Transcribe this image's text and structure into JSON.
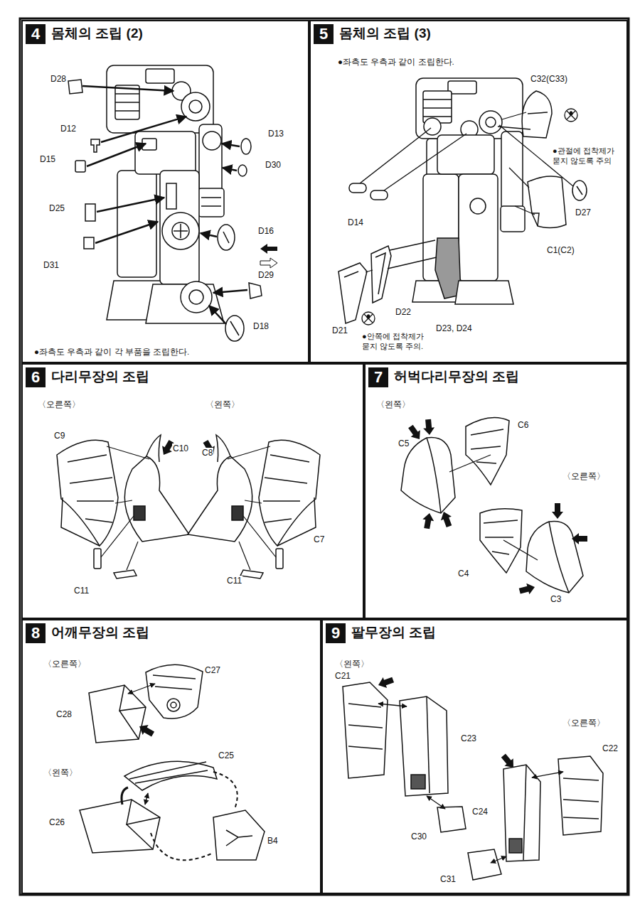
{
  "diagram": {
    "nodes": [
      {
        "text": [
          "몸체의 조립 (2)",
          "●좌측도 우측과 같이 각 부품을 조립한다."
        ]
      },
      {
        "text": [
          "4"
        ],
        "in": 0
      },
      {
        "text": [
          "몸체의 조립 (3)",
          "●좌측도 우측과 같이 조립한다.",
          "●관절에 접착제가 묻지 않도록 주의",
          "●안쪽에 접착제가 묻지 않도록 주의."
        ]
      },
      {
        "text": [
          "5"
        ],
        "in": 2
      },
      {
        "text": [
          "다리무장의 조립"
        ]
      },
      {
        "text": [
          "6"
        ],
        "in": 4
      },
      {
        "text": [
          "허벅다리무장의 조립"
        ]
      },
      {
        "text": [
          "7"
        ],
        "in": 6
      },
      {
        "text": [
          "어깨무장의 조립"
        ]
      },
      {
        "text": [
          "8"
        ],
        "in": 8
      },
      {
        "text": [
          "팔무장의 조립"
        ]
      },
      {
        "text": [
          "9"
        ],
        "in": 10
      }
    ],
    "labels": [
      "D28",
      "D12",
      "D15",
      "D13",
      "D30",
      "D25",
      "D16",
      "D31",
      "D29",
      "D18",
      "C32(C33)",
      "D14",
      "D27",
      "C1(C2)",
      "D21",
      "D22",
      "D23, D24",
      "〈오른쪽〉",
      "〈왼쪽〉",
      "C9",
      "C10",
      "C8",
      "C7",
      "C11",
      "C11",
      "〈왼쪽〉",
      "C6",
      "C5",
      "〈오른쪽〉",
      "C4",
      "C3",
      "〈오른쪽〉",
      "C27",
      "C28",
      "〈왼쪽〉",
      "C25",
      "C26",
      "B4",
      "〈왼쪽〉",
      "C21",
      "C23",
      "〈오른쪽〉",
      "C22",
      "C30",
      "C24",
      "C31"
    ]
  }
}
